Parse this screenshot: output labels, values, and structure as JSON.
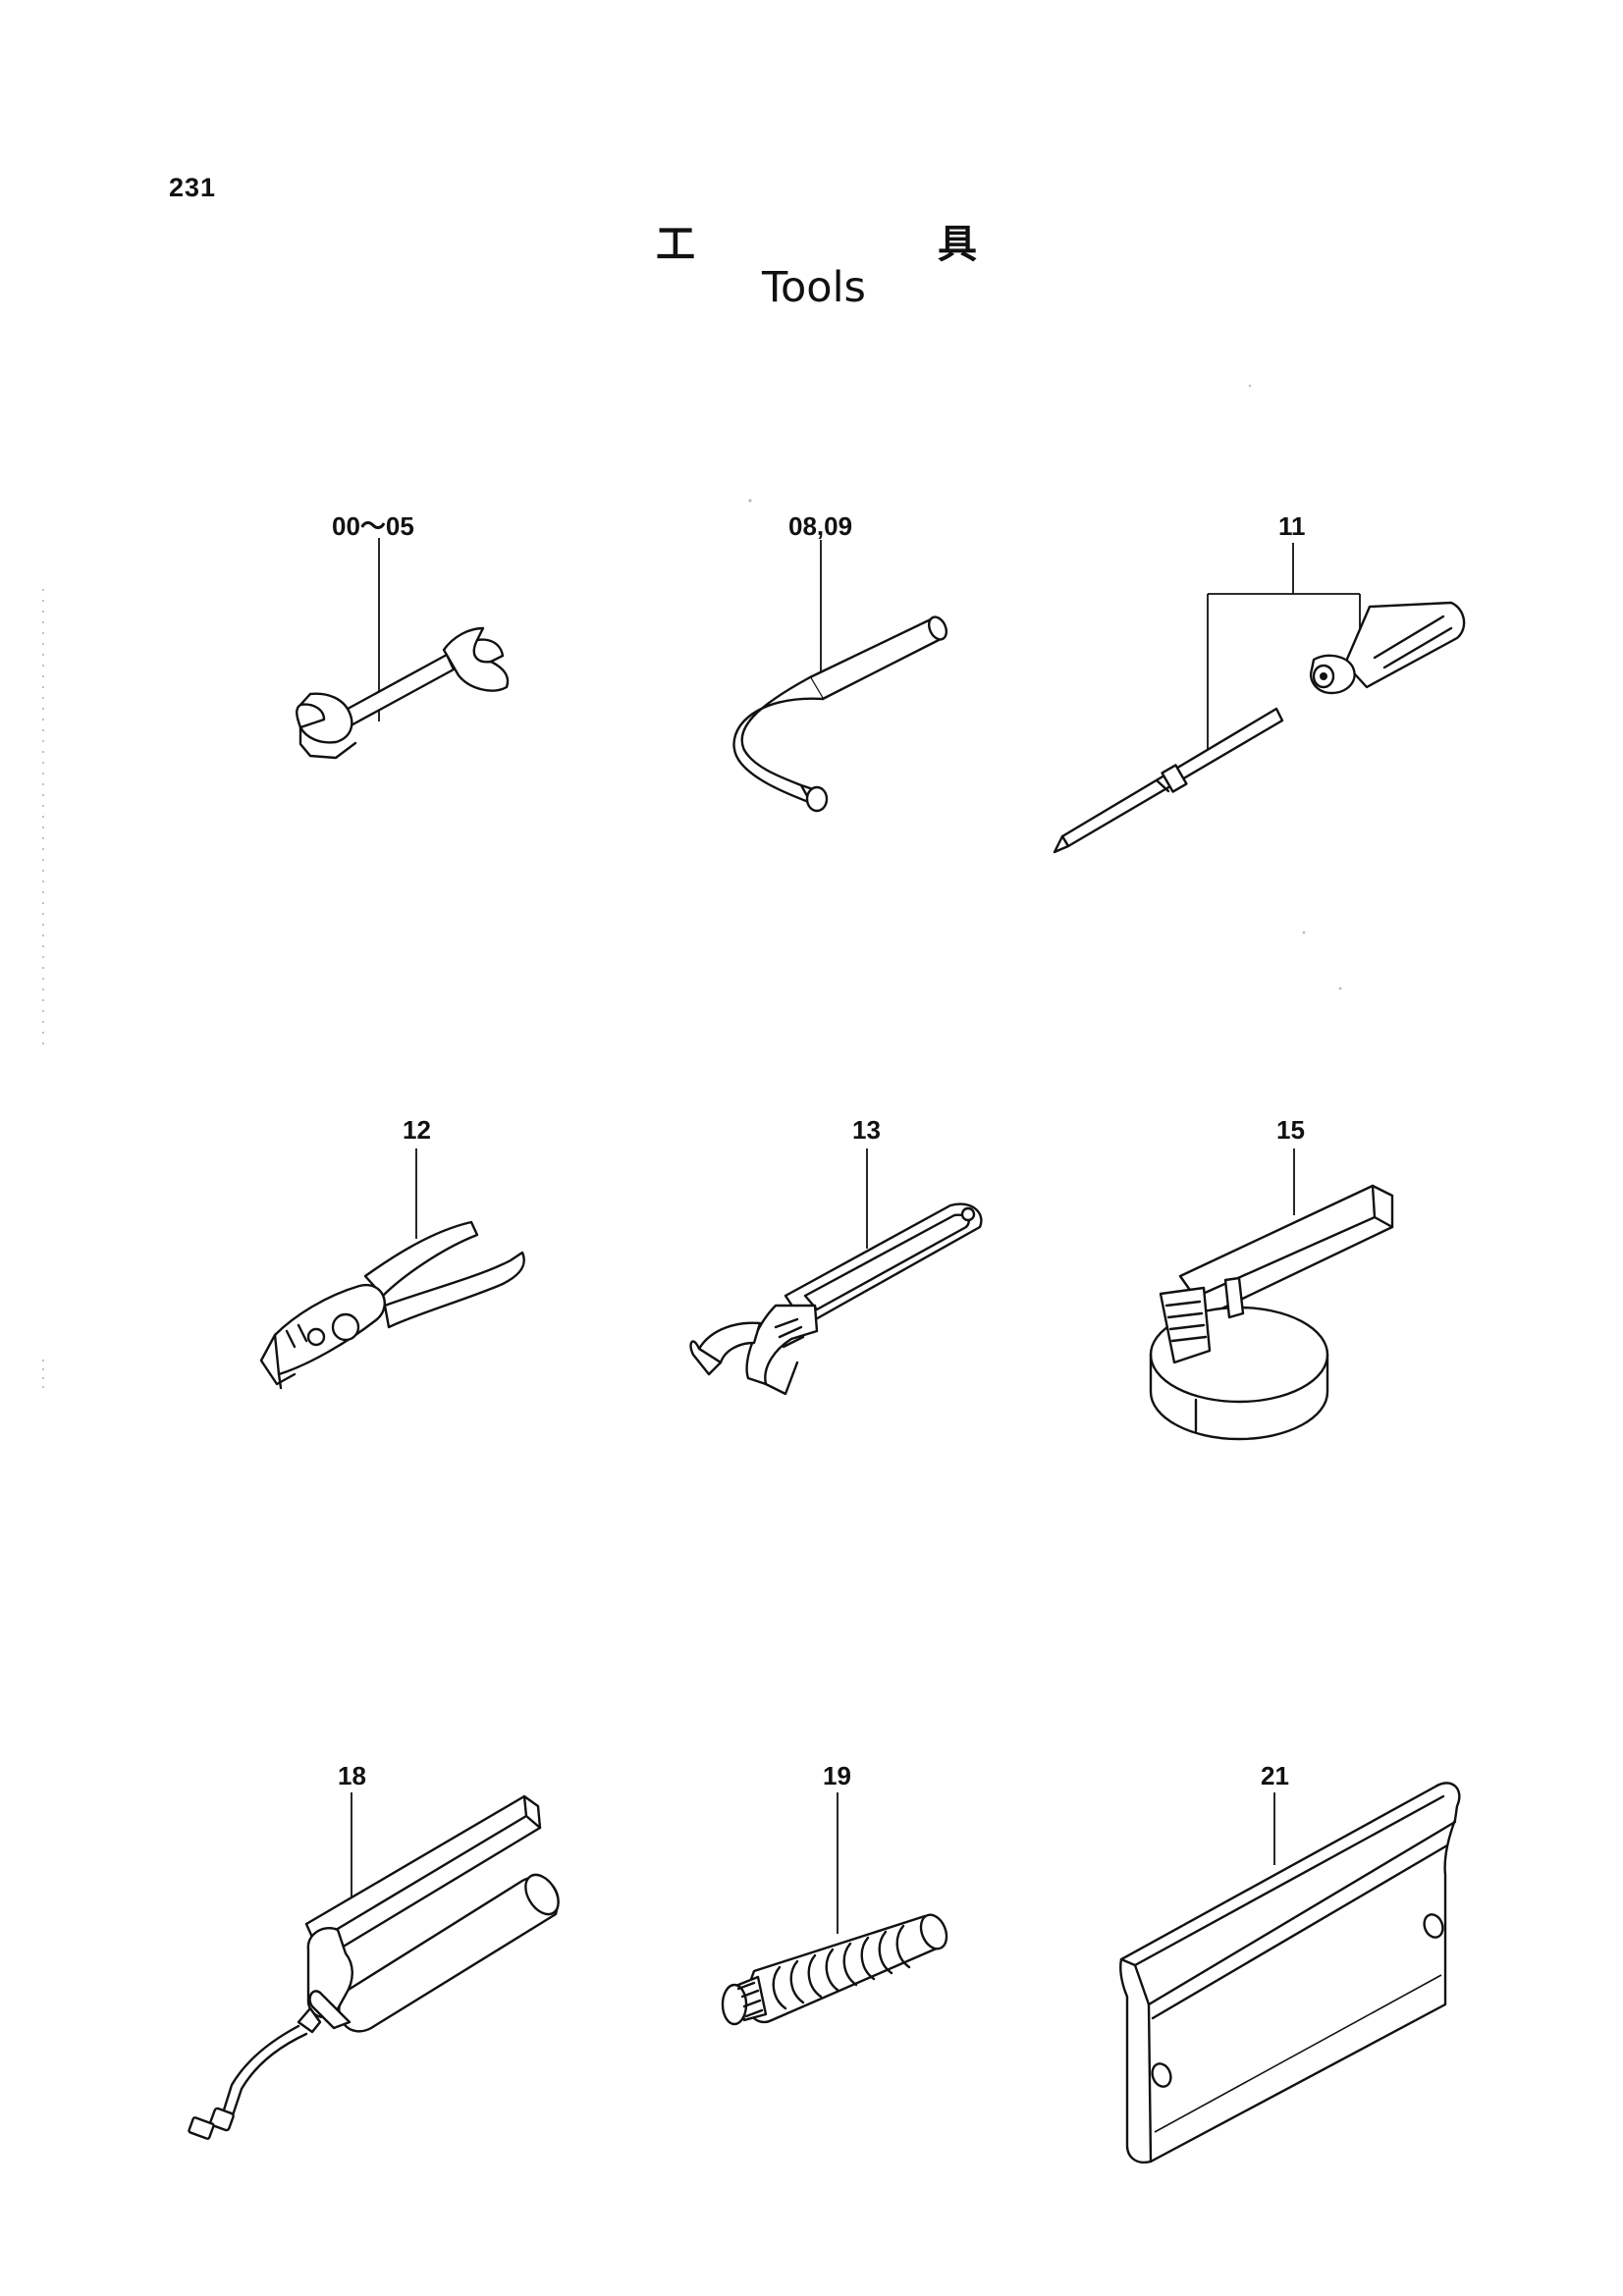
{
  "page": {
    "number": "231",
    "title_jp_left": "工",
    "title_jp_right": "具",
    "title_en": "Tools"
  },
  "callouts": [
    {
      "id": "wrench",
      "label": "00～05",
      "icon": "double-open-end-wrench-icon"
    },
    {
      "id": "hex-key",
      "label": "08,09",
      "icon": "hex-key-icon"
    },
    {
      "id": "screwdriver",
      "label": "11",
      "icon": "screwdriver-icon"
    },
    {
      "id": "pliers",
      "label": "12",
      "icon": "pliers-icon"
    },
    {
      "id": "adjustable-wrench",
      "label": "13",
      "icon": "adjustable-wrench-icon"
    },
    {
      "id": "filter-wrench",
      "label": "15",
      "icon": "filter-wrench-icon"
    },
    {
      "id": "grease-gun",
      "label": "18",
      "icon": "grease-gun-icon"
    },
    {
      "id": "grease-cartridge",
      "label": "19",
      "icon": "grease-cartridge-icon"
    },
    {
      "id": "tool-bag",
      "label": "21",
      "icon": "tool-bag-icon"
    }
  ]
}
